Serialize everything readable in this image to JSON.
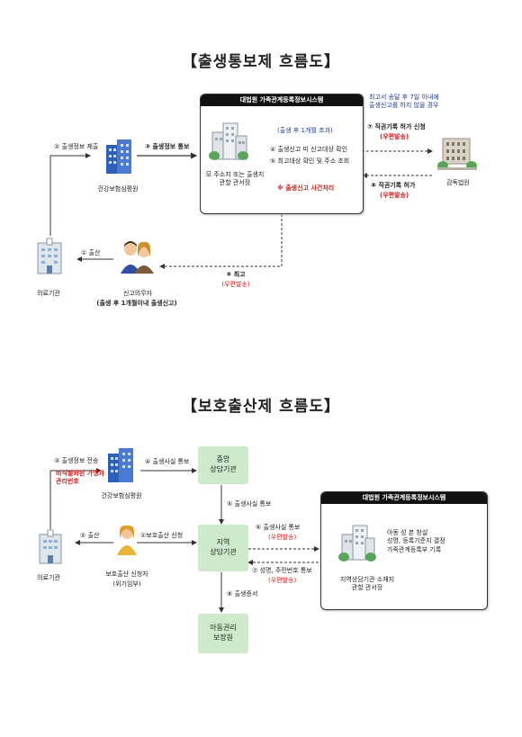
{
  "diagram1": {
    "title": "【출생통보제 흐름도】",
    "system_title": "대법원 가족관계등록정보시스템",
    "nodes": {
      "hira": "건강보험심평원",
      "office": "모 주소지 또는 출생지\n관할 관서장",
      "court": "감독법원",
      "hospital": "의료기관",
      "reporter": "신고의무자",
      "reporter_sub": "(출생 후 1개월이내 출생신고)"
    },
    "sys_note": "(출생 후 1개월 초과)",
    "sys_steps": [
      "④ 출생신고 미 신고대상 확인",
      "⑤ 최고대상 확인 및 주소 조회"
    ],
    "sys_red": "※ 출생신고 사건처리",
    "edges": {
      "e1": "① 출산",
      "e2": "② 출생정보 제출",
      "e3": "③ 출생정보 통보",
      "e6": "⑥ 최고",
      "e6_sub": "(우편발송)",
      "e7": "⑦ 직권기록 허가 신청",
      "e7_sub": "(우편발송)",
      "e8": "⑧ 직권기록 허가",
      "e8_sub": "(우편발송)"
    },
    "side_note": "최고서 송달 후 7일 이내에\n출생신고를 하지 않을 경우"
  },
  "diagram2": {
    "title": "【보호출산제 흐름도】",
    "system_title": "대법원 가족관계등록정보시스템",
    "nodes": {
      "central": "중앙\n상담기관",
      "regional": "지역\n상담기관",
      "child_agency": "아동권리\n보장원",
      "hira": "건강보험심평원",
      "hospital": "의료기관",
      "applicant": "보호출산 신청자",
      "applicant_sub": "(위기임부)",
      "office": "지역상담기관 소재지\n관할 관서장"
    },
    "sys_steps": "아동 성 본 창설\n성명, 등록기준지 결정\n가족관계등록부 기록",
    "edges": {
      "e1": "①보호출산 신청",
      "e2": "② 출산",
      "e3": "③ 출생정보 전송",
      "e3_red": "비식별화된 가명과\n관리번호",
      "e4": "④ 출생사실 통보",
      "e5": "⑤ 출생사실 통보",
      "e6": "⑥ 출생사실 통보",
      "e6_sub": "(우편발송)",
      "e7": "⑦ 성명, 주민번호 통보",
      "e7_sub": "(우편발송)",
      "e8": "⑧ 출생증서"
    }
  },
  "colors": {
    "building_blue": "#2e5fb8",
    "green_box": "#cfe9cc",
    "accent_red": "#d01c1c"
  }
}
